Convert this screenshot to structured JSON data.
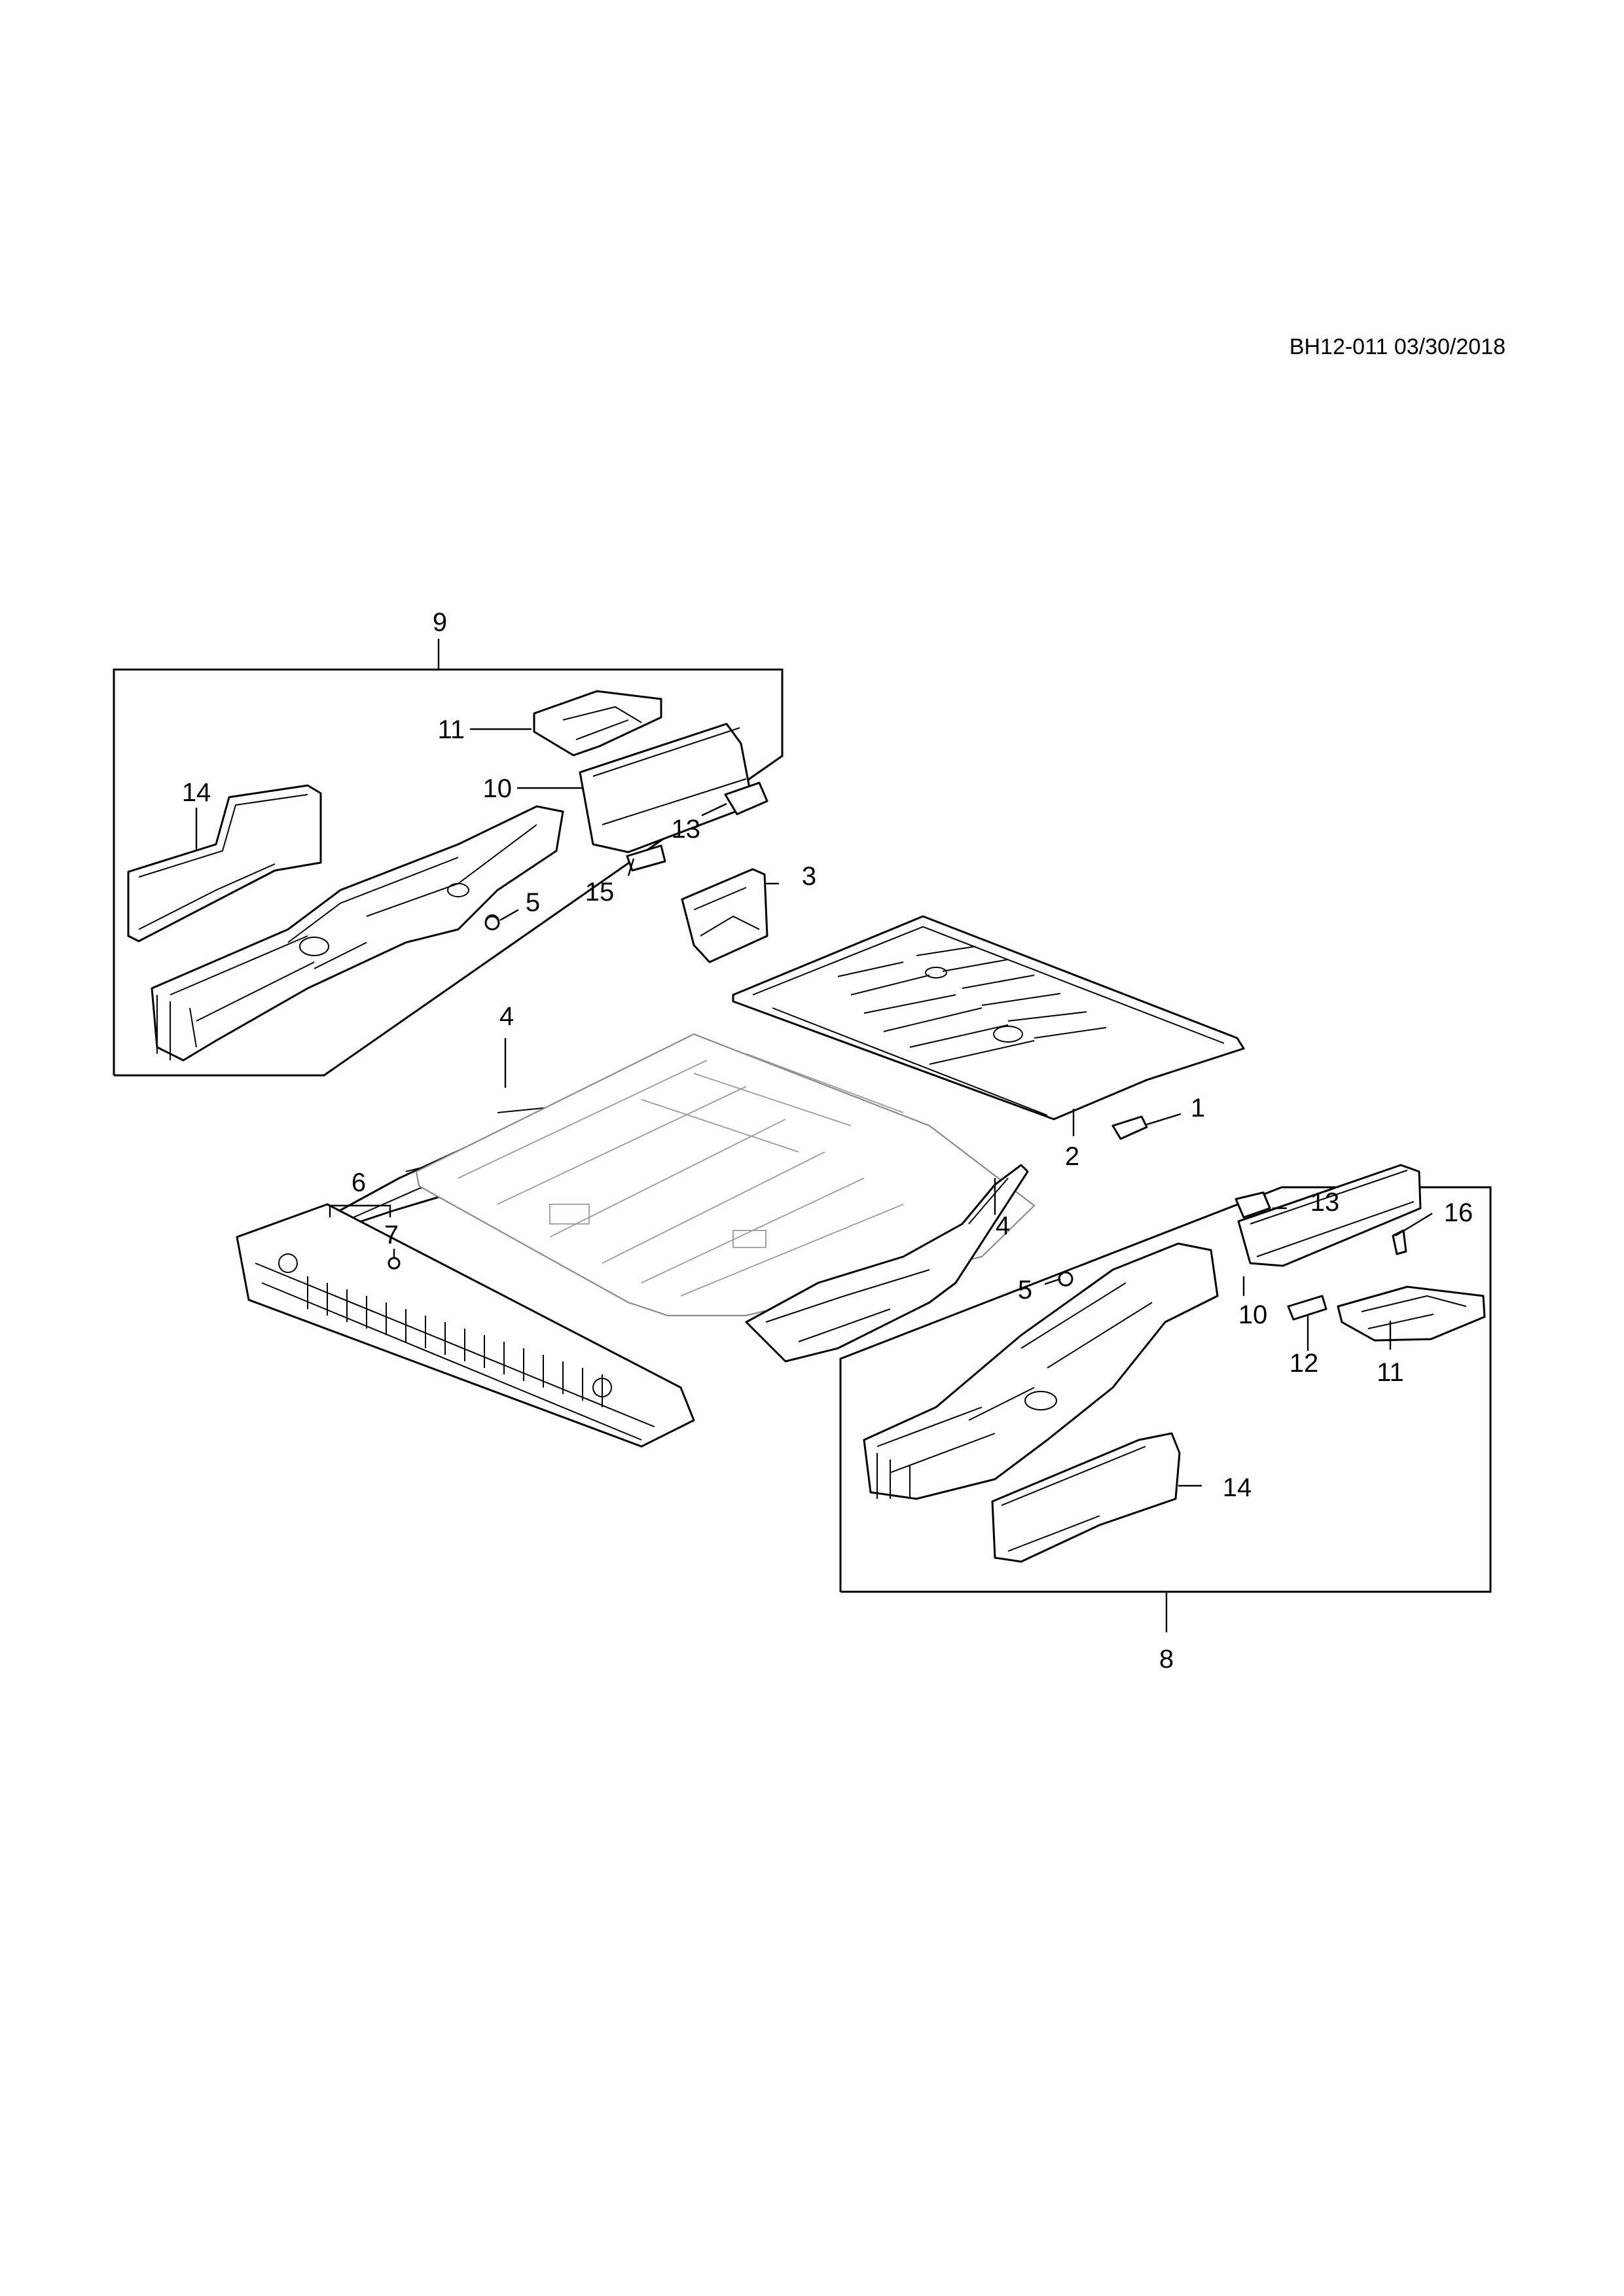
{
  "reference": "BH12-011 03/30/2018",
  "callouts": {
    "c1": "1",
    "c2": "2",
    "c3": "3",
    "c4_left": "4",
    "c4_right": "4",
    "c5_upper": "5",
    "c5_lower": "5",
    "c6": "6",
    "c7": "7",
    "c8": "8",
    "c9": "9",
    "c10_upper": "10",
    "c10_lower": "10",
    "c11_upper": "11",
    "c11_lower": "11",
    "c12": "12",
    "c13_upper": "13",
    "c13_lower": "13",
    "c14_upper": "14",
    "c14_lower": "14",
    "c15": "15",
    "c16": "16"
  }
}
